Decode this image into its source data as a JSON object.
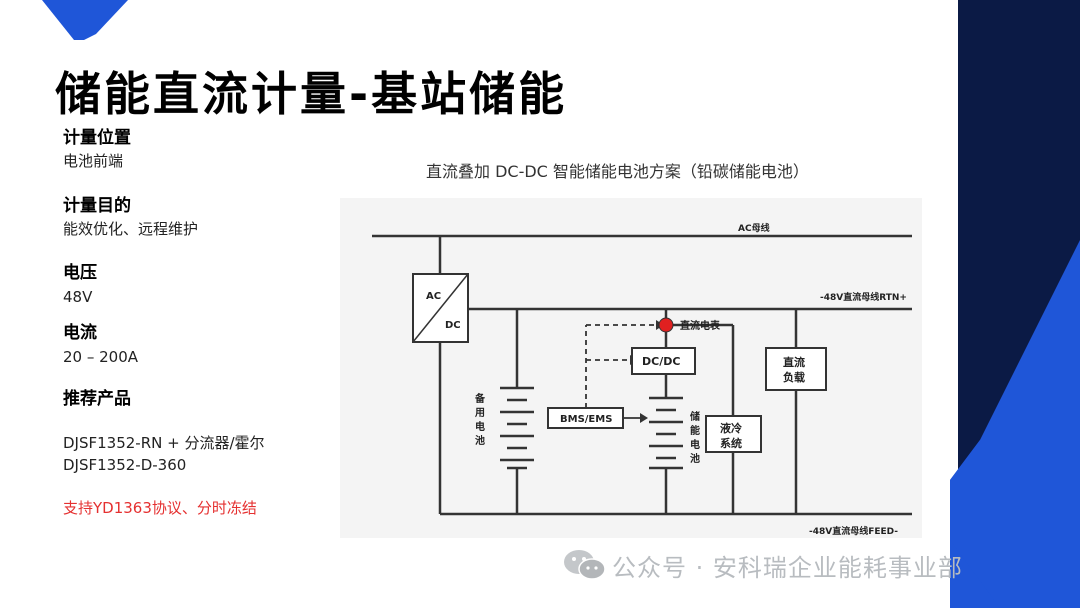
{
  "title": "储能直流计量-基站储能",
  "sections": [
    {
      "heading": "计量位置",
      "value": "电池前端"
    },
    {
      "heading": "计量目的",
      "value": "能效优化、远程维护"
    },
    {
      "heading": "电压",
      "value": "48V"
    },
    {
      "heading": "电流",
      "value": "20 – 200A"
    },
    {
      "heading": "推荐产品",
      "lines": [
        "DJSF1352-RN + 分流器/霍尔",
        "DJSF1352-D-360"
      ]
    }
  ],
  "highlight": "支持YD1363协议、分时冻结",
  "diagram": {
    "title": "直流叠加 DC-DC 智能储能电池方案（铅碳储能电池）",
    "labels": {
      "ac_bus": "AC母线",
      "rtn_bus": "-48V直流母线RTN+",
      "feed_bus": "-48V直流母线FEED-",
      "rect_ac": "AC",
      "rect_dc": "DC",
      "meter": "直流电表",
      "dcdc": "DC/DC",
      "bms": "BMS/EMS",
      "backup_battery": [
        "备",
        "用",
        "电",
        "池"
      ],
      "storage_battery": [
        "储",
        "能",
        "电",
        "池"
      ],
      "cooling": [
        "液冷",
        "系统"
      ],
      "dc_load": [
        "直流",
        "负载"
      ]
    },
    "meter_color": "#e02020"
  },
  "watermark": "公众号 · 安科瑞企业能耗事业部",
  "colors": {
    "navy": "#0b1a45",
    "blue": "#1f56d8",
    "red_text": "#e53030"
  }
}
